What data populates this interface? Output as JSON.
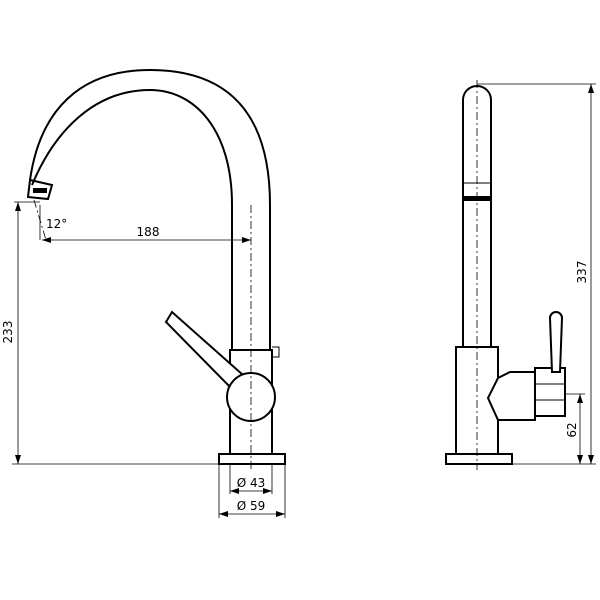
{
  "dimensions": {
    "spout_reach": "188",
    "spout_angle": "12°",
    "spout_height": "233",
    "total_height": "337",
    "base_inner_diameter": "Ø 43",
    "base_outer_diameter": "Ø 59",
    "handle_height": "62"
  }
}
